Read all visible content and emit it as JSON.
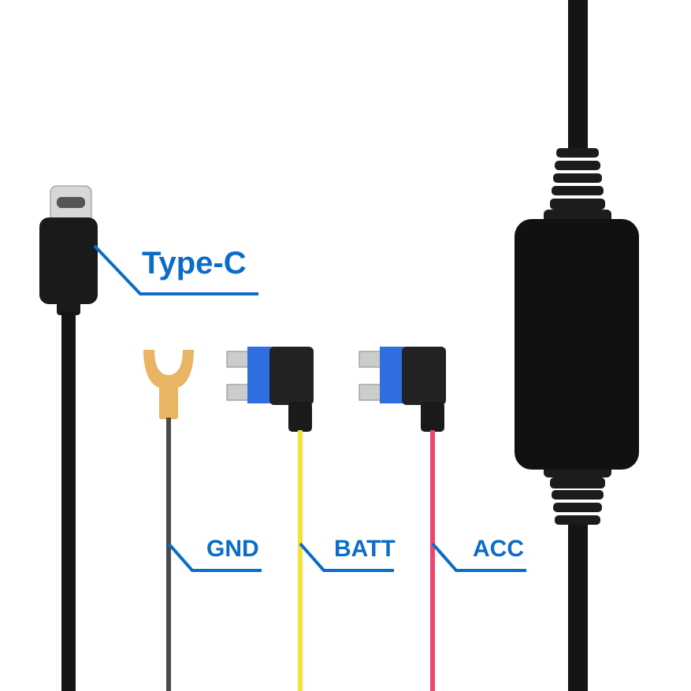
{
  "labels": {
    "type_c": "Type-C",
    "gnd": "GND",
    "batt": "BATT",
    "acc": "ACC"
  },
  "colors": {
    "label": "#0b6dc8",
    "cable_black": "#151515",
    "wire_gnd": "#4a4a4a",
    "wire_batt": "#f2e23a",
    "wire_acc": "#f0466e",
    "fuse_blue": "#2f6fe0",
    "terminal": "#e9b463"
  }
}
